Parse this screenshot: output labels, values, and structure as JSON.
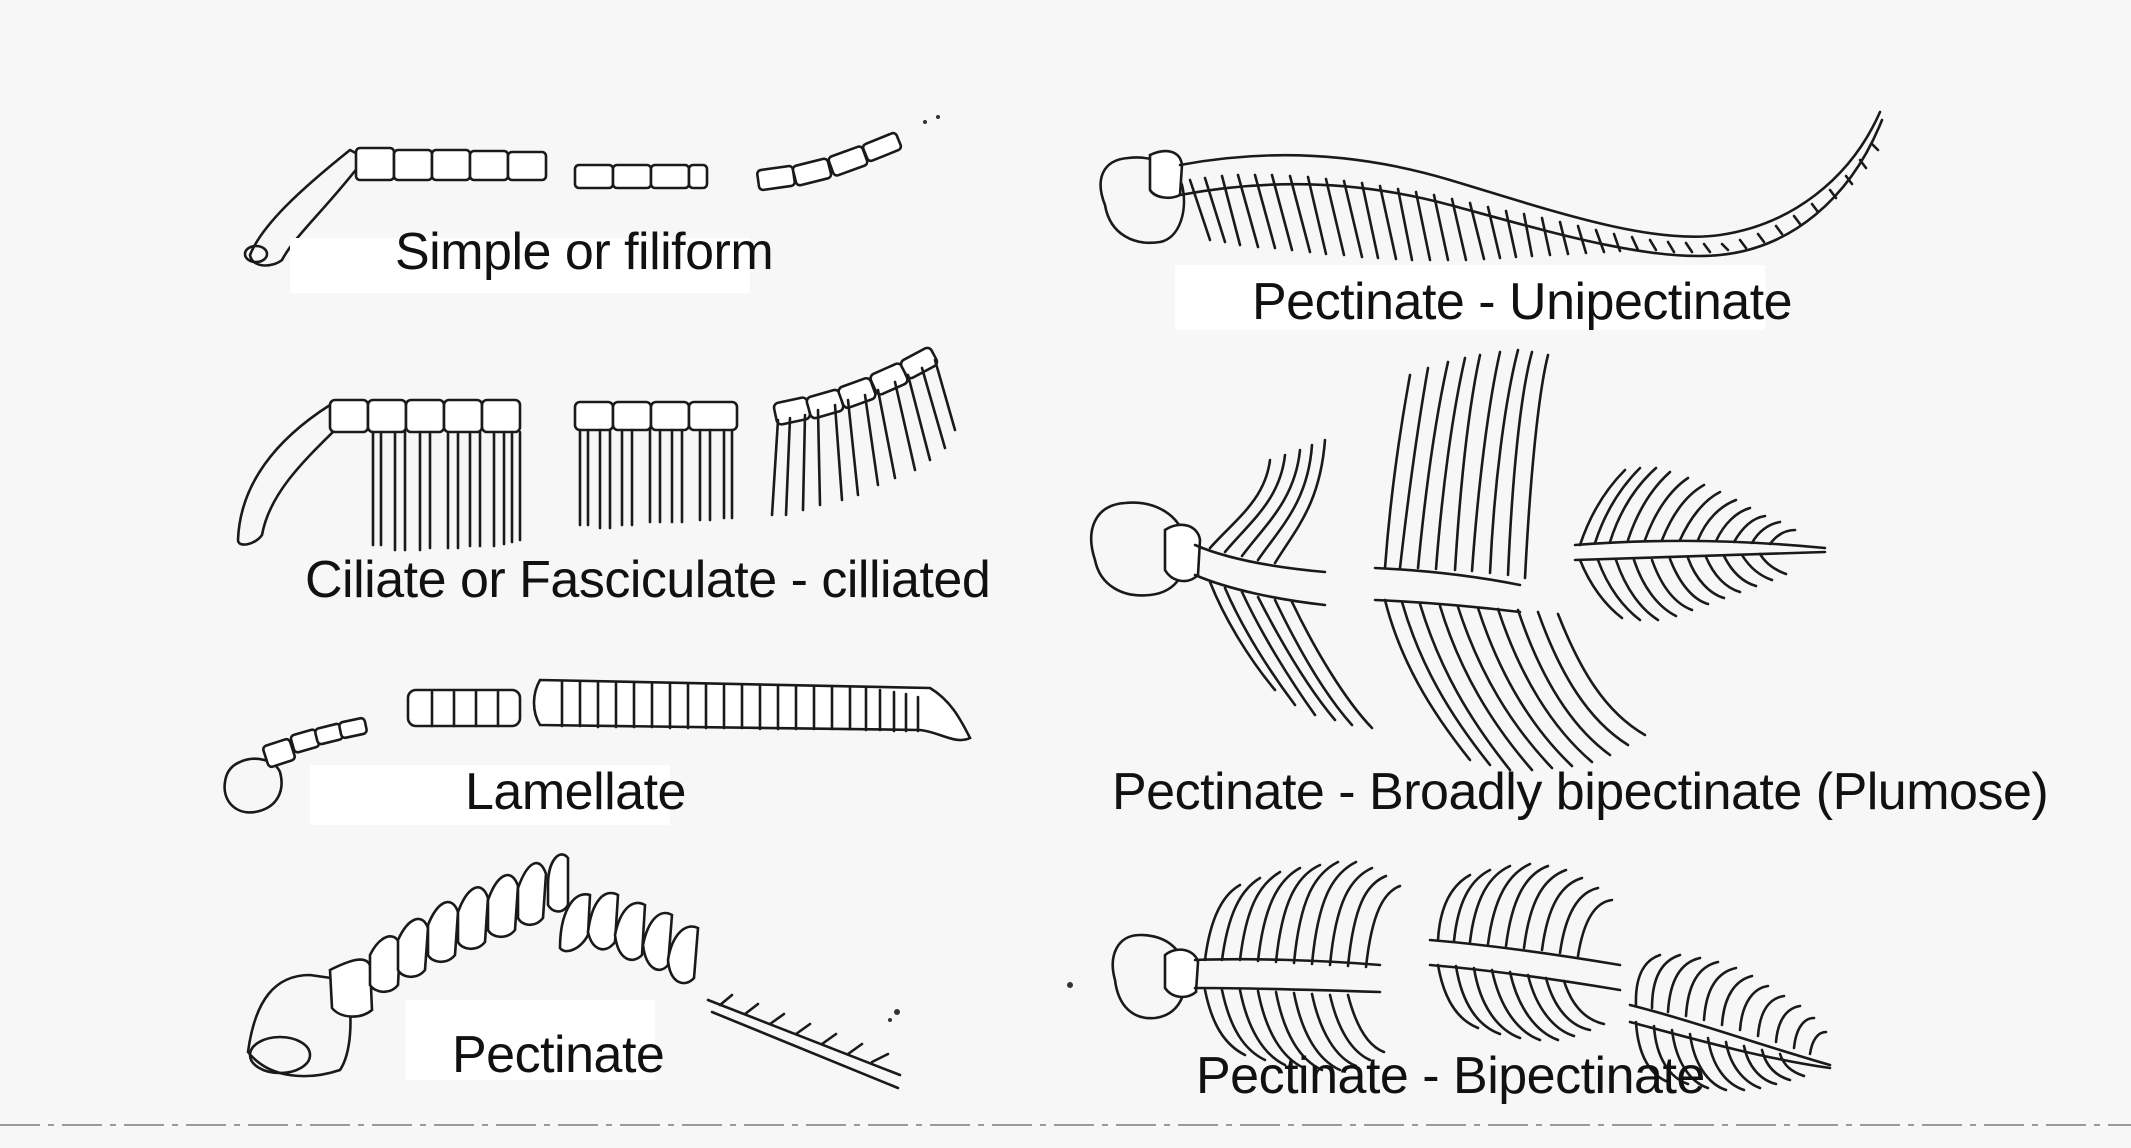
{
  "labels": {
    "simple_filiform": "Simple or filiform",
    "ciliate": "Ciliate or Fasciculate - cilliated",
    "lamellate": "Lamellate",
    "pectinate": "Pectinate",
    "unipectinate": "Pectinate - Unipectinate",
    "plumose": "Pectinate - Broadly bipectinate (Plumose)",
    "bipectinate": "Pectinate - Bipectinate"
  },
  "colors": {
    "ink": "#1a1a1a",
    "paper": "#f7f7f7",
    "label_bg": "#ffffff"
  }
}
